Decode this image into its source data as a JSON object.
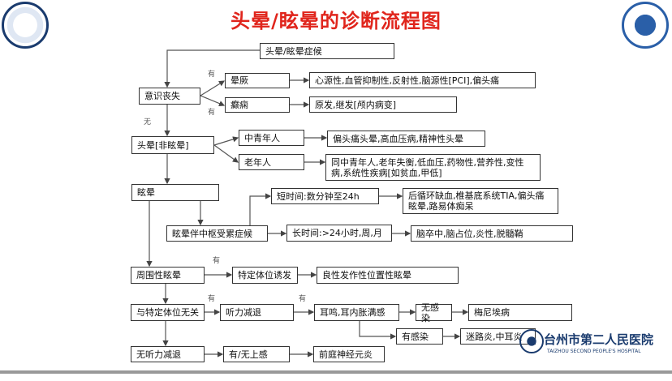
{
  "title": "头晕/眩晕的诊断流程图",
  "nodes": {
    "root": "头晕/眩晕症候",
    "loc": "意识丧失",
    "syncope": "晕厥",
    "syncope_causes": "心源性,血管抑制性,反射性,脑源性[PCI],偏头痛",
    "epilepsy": "癫痫",
    "epilepsy_causes": "原发,继发[颅内病变]",
    "dizziness": "头晕[非眩晕]",
    "young": "中青年人",
    "young_causes": "偏头痛头晕,高血压病,精神性头晕",
    "old": "老年人",
    "old_causes": "同中青年人,老年失衡,低血压,药物性,营养性,变性病,系统性疾病[如贫血,甲低]",
    "vertigo": "眩晕",
    "central": "眩晕伴中枢受累症候",
    "short": "短时间:数分钟至24h",
    "short_causes": "后循环缺血,椎基底系统TIA,偏头痛眩晕,路易体痴呆",
    "long": "长时间:>24小时,周,月",
    "long_causes": "脑卒中,脑占位,炎性,脱髓鞘",
    "peripheral": "周围性眩晕",
    "positional": "特定体位诱发",
    "bppv": "良性发作性位置性眩晕",
    "nonpositional": "与特定体位无关",
    "hearing_loss": "听力减退",
    "tinnitus": "耳鸣,耳内胀满感",
    "no_infection": "无感染",
    "meniere": "梅尼埃病",
    "infection": "有感染",
    "labyrinthitis": "迷路炎,中耳炎",
    "no_hearing_loss": "无听力减退",
    "uri": "有/无上感",
    "vestibular_neuritis": "前庭神经元炎"
  },
  "edge_labels": {
    "yes": "有",
    "no": "无"
  },
  "hospital": {
    "name_cn": "台州市第二人民医院",
    "name_en": "TAIZHOU SECOND PEOPLE'S HOSPITAL"
  },
  "colors": {
    "title": "#e0251c",
    "logo": "#1a3b6e"
  }
}
